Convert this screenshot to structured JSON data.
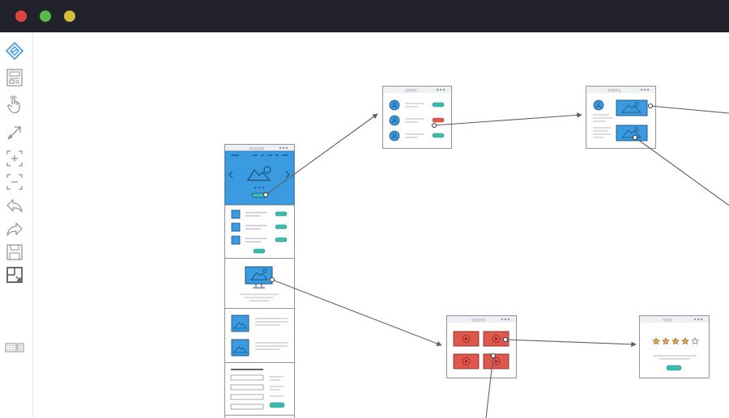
{
  "window": {
    "controls": [
      {
        "name": "close",
        "color": "#e0443e"
      },
      {
        "name": "minimize",
        "color": "#58b947"
      },
      {
        "name": "maximize",
        "color": "#d6bd3a"
      }
    ]
  },
  "toolbar": {
    "tools": [
      {
        "name": "logo-icon",
        "interactable": true
      },
      {
        "name": "layout-icon",
        "interactable": true
      },
      {
        "name": "hand-pointer-icon",
        "interactable": true
      },
      {
        "name": "link-arrow-icon",
        "interactable": true
      },
      {
        "name": "zoom-in-icon",
        "interactable": true
      },
      {
        "name": "zoom-out-icon",
        "interactable": true
      },
      {
        "name": "undo-icon",
        "interactable": true
      },
      {
        "name": "redo-icon",
        "interactable": true
      },
      {
        "name": "save-icon",
        "interactable": true
      },
      {
        "name": "fit-screen-icon",
        "interactable": true
      },
      {
        "name": "keyboard-icon",
        "interactable": true
      }
    ]
  },
  "wireframes": {
    "home": {
      "label": "HEADER"
    },
    "users": {
      "label": "USERS"
    },
    "photos": {
      "label": "PHOTO"
    },
    "videos": {
      "label": "VIDEOS"
    },
    "rate": {
      "label": "RATE"
    }
  },
  "colors": {
    "accent_blue": "#3a9be0",
    "teal": "#3cbcb0",
    "red": "#e0574d",
    "star": "#f0a43a",
    "frame": "#8e939c",
    "titlebar": "#22222c"
  }
}
